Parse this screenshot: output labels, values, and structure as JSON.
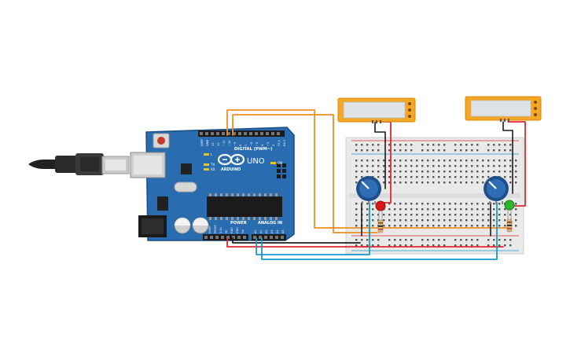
{
  "board": {
    "model": "UNO",
    "brand": "ARDUINO",
    "digital_label": "DIGITAL (PWM~)",
    "power_label": "POWER",
    "analog_label": "ANALOG IN",
    "on_label": "ON",
    "tx_label": "TX",
    "rx_label": "RX",
    "l_label": "L",
    "digital_pins": [
      "AREF",
      "GND",
      "13",
      "12",
      "~11",
      "~10",
      "~9",
      "8",
      "7",
      "~6",
      "~5",
      "4",
      "~3",
      "2",
      "TX 1",
      "RX 0"
    ],
    "power_pins": [
      "IOREF",
      "RESET",
      "3.3V",
      "5V",
      "GND",
      "GND",
      "Vin"
    ],
    "analog_pins": [
      "A0",
      "A1",
      "A2",
      "A3",
      "A4",
      "A5"
    ]
  },
  "lcds": [
    {
      "id": "lcd-1",
      "text": ""
    },
    {
      "id": "lcd-2",
      "text": ""
    }
  ],
  "colors": {
    "board": "#2a6cb0",
    "wire_orange": "#ef8f1f",
    "wire_red": "#e0272d",
    "wire_black": "#1c1c1c",
    "wire_blue": "#1a97cf",
    "lcd_frame": "#f5a623",
    "led_red": "#d9171c",
    "led_green": "#2bb52b",
    "potentiometer": "#1f4e8a"
  },
  "icons": [
    "usb-cable-icon",
    "arduino-infinity-logo",
    "potentiometer-knob-icon"
  ]
}
